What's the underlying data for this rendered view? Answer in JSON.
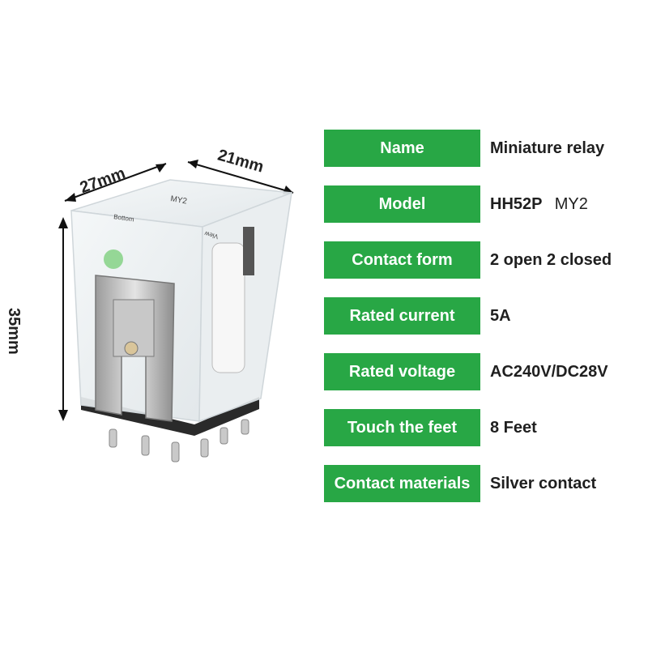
{
  "dimensions": {
    "width": "27mm",
    "depth": "21mm",
    "height": "35mm"
  },
  "relay_print": {
    "model_mark": "MY2",
    "bottom_text": "Bottom",
    "view_text": "View"
  },
  "specs": [
    {
      "label": "Name",
      "value": "Miniature relay"
    },
    {
      "label": "Model",
      "value": "HH52P",
      "value_extra": "MY2"
    },
    {
      "label": "Contact form",
      "value": "2 open 2 closed"
    },
    {
      "label": "Rated current",
      "value": "5A"
    },
    {
      "label": "Rated voltage",
      "value": "AC240V/DC28V"
    },
    {
      "label": "Touch the feet",
      "value": "8 Feet"
    },
    {
      "label": "Contact materials",
      "value": "Silver contact"
    }
  ],
  "colors": {
    "label_bg": "#28a745",
    "label_text": "#ffffff",
    "value_text": "#1f1f1f"
  }
}
